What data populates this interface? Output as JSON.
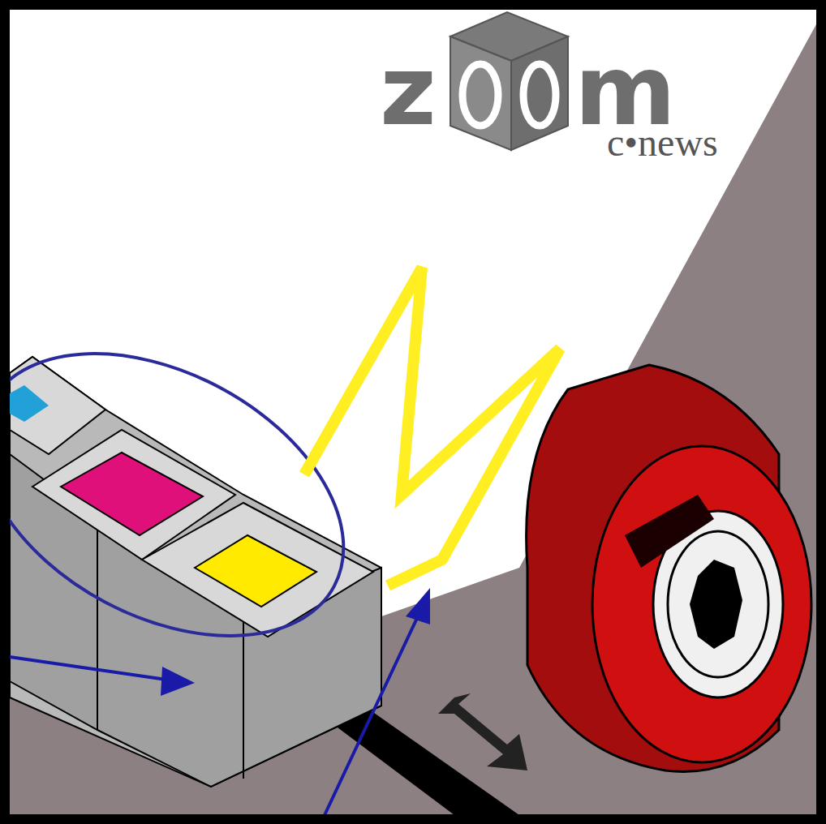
{
  "diagram": {
    "labels": [
      "z",
      "m",
      "c•news"
    ]
  }
}
